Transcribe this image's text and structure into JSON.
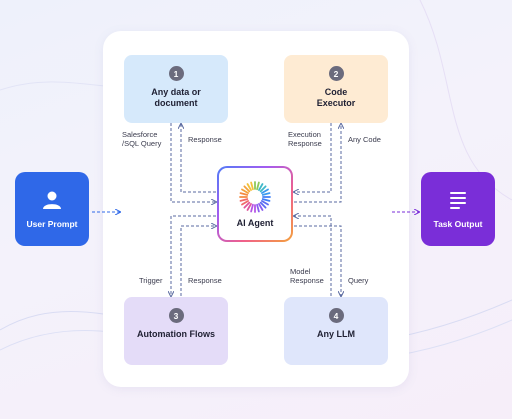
{
  "nodes": {
    "data": {
      "number": "1",
      "label": "Any data or\ndocument"
    },
    "code": {
      "number": "2",
      "label": "Code\nExecutor"
    },
    "flows": {
      "number": "3",
      "label": "Automation Flows"
    },
    "llm": {
      "number": "4",
      "label": "Any LLM"
    }
  },
  "agent": {
    "label": "AI Agent"
  },
  "input": {
    "label": "User Prompt"
  },
  "output": {
    "label": "Task Output"
  },
  "edges": {
    "data_out": "Salesforce\n/SQL Query",
    "data_in": "Response",
    "code_out": "Execution\nResponse",
    "code_in": "Any Code",
    "flows_out": "Trigger",
    "flows_in": "Response",
    "llm_out": "Model\nResponse",
    "llm_in": "Query"
  },
  "colors": {
    "data": "#d6e9fb",
    "code": "#feebd3",
    "flows": "#e4dcf8",
    "llm": "#dfe6fb",
    "user": "#2f68e8",
    "task": "#7a2ed8",
    "arrow": "#5a6aa0"
  }
}
